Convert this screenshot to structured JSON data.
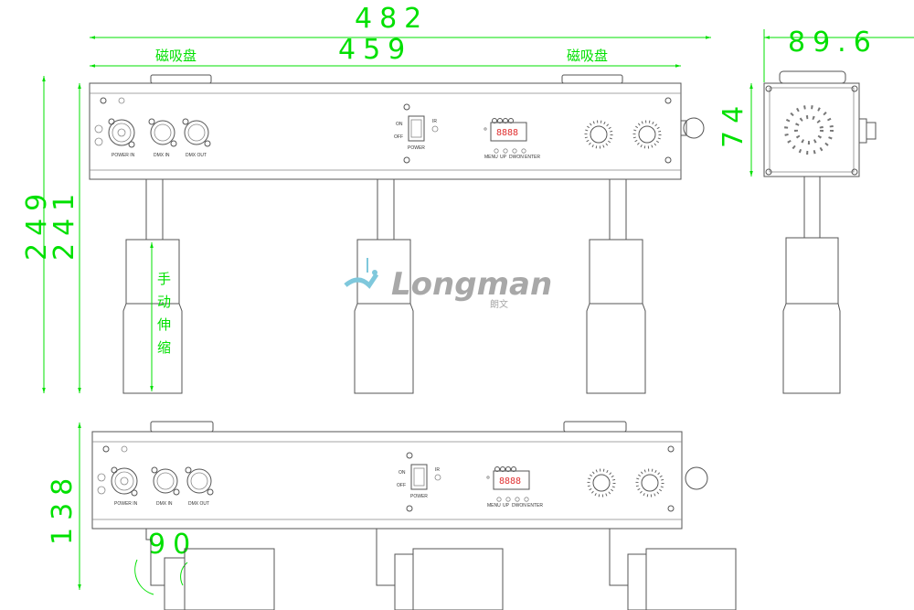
{
  "dimensions": {
    "overall_length": "482",
    "body_length": "459",
    "side_width": "89.6",
    "side_height": "74",
    "overall_height": "249",
    "height_to_body": "241",
    "bottom_height": "138",
    "rotation_angle": "90"
  },
  "annotations": {
    "magnet_left": "磁吸盘",
    "magnet_right": "磁吸盘",
    "manual_telescopic": [
      "手",
      "动",
      "伸",
      "缩"
    ]
  },
  "panel": {
    "power_in": "POWER IN",
    "dmx_in": "DMX IN",
    "dmx_out": "DMX OUT",
    "on": "ON",
    "off": "OFF",
    "power": "POWER",
    "ir": "IR",
    "display": "8888",
    "buttons": [
      "MENU",
      "UP",
      "DWON",
      "ENTER"
    ]
  },
  "logo": {
    "brand": "Longman",
    "sub": "朗文"
  },
  "colors": {
    "dimension": "#00e000",
    "line": "#555555",
    "display": "#e03030",
    "logo_blue": "#7fc8dc",
    "logo_gray": "#a8a8a8"
  }
}
